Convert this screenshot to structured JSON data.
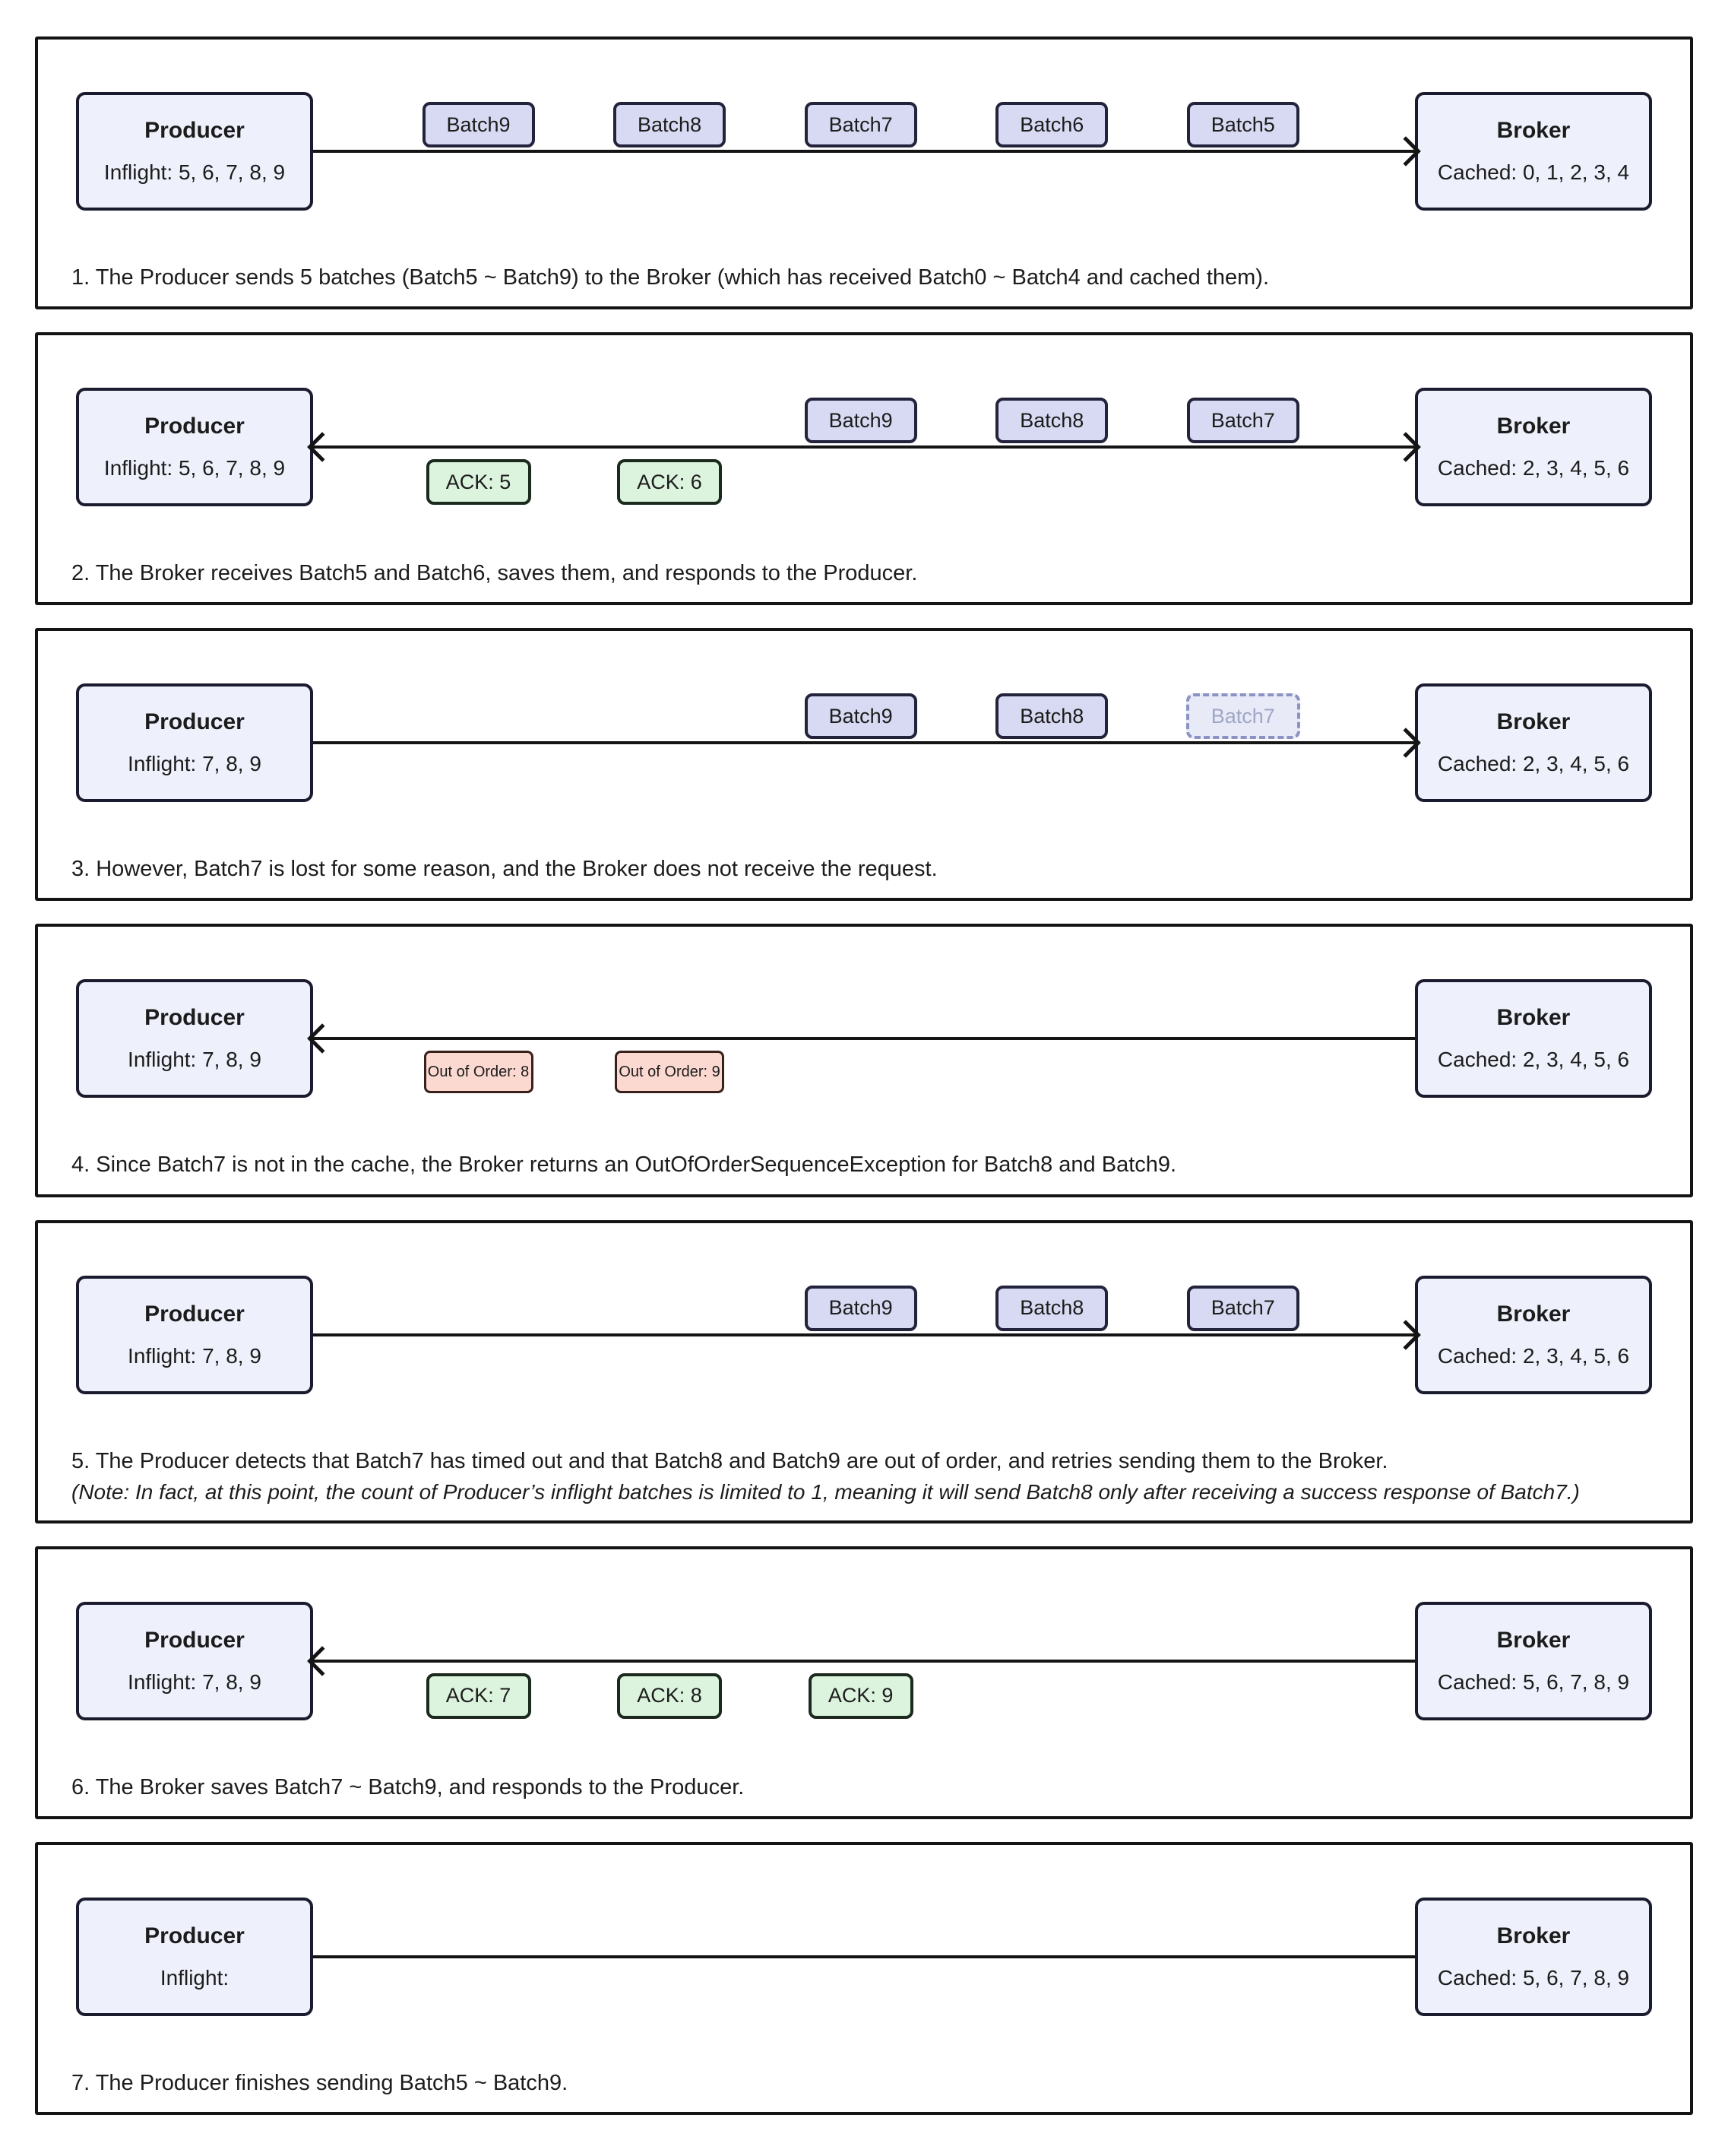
{
  "colors": {
    "node-fill": "#eef1fb",
    "node-border": "#1b1b2f",
    "batch-fill": "#d7daf2",
    "batch-border": "#23233c",
    "lost-batch-fill": "#e8eaf8",
    "lost-batch-border": "#8a93c2",
    "lost-batch-text": "#a0a7c6",
    "ack-fill": "#dcf3de",
    "ack-border": "#1c2a1e",
    "error-fill": "#fbd9d1",
    "error-border": "#38201b",
    "line": "#141414",
    "panel-border": "#141414",
    "text": "#1c1c1c"
  },
  "panels": [
    {
      "producer_title": "Producer",
      "producer_status": "Inflight: 5, 6, 7, 8, 9",
      "broker_title": "Broker",
      "broker_status": "Cached: 0, 1, 2, 3, 4",
      "arrow": "right",
      "items": [
        {
          "label": "Batch9",
          "kind": "batch",
          "row": "above",
          "slot": 0
        },
        {
          "label": "Batch8",
          "kind": "batch",
          "row": "above",
          "slot": 1
        },
        {
          "label": "Batch7",
          "kind": "batch",
          "row": "above",
          "slot": 2
        },
        {
          "label": "Batch6",
          "kind": "batch",
          "row": "above",
          "slot": 3
        },
        {
          "label": "Batch5",
          "kind": "batch",
          "row": "above",
          "slot": 4
        }
      ],
      "caption": "1. The Producer sends 5 batches (Batch5 ~ Batch9) to the Broker (which has received Batch0 ~ Batch4 and cached them)."
    },
    {
      "producer_title": "Producer",
      "producer_status": "Inflight: 5, 6, 7, 8, 9",
      "broker_title": "Broker",
      "broker_status": "Cached: 2, 3, 4, 5, 6",
      "arrow": "both",
      "items": [
        {
          "label": "Batch9",
          "kind": "batch",
          "row": "above",
          "slot": 2
        },
        {
          "label": "Batch8",
          "kind": "batch",
          "row": "above",
          "slot": 3
        },
        {
          "label": "Batch7",
          "kind": "batch",
          "row": "above",
          "slot": 4
        },
        {
          "label": "ACK: 5",
          "kind": "ack",
          "row": "below",
          "slot": 0
        },
        {
          "label": "ACK: 6",
          "kind": "ack",
          "row": "below",
          "slot": 1
        }
      ],
      "caption": "2. The Broker receives Batch5 and Batch6, saves them, and responds to the Producer."
    },
    {
      "producer_title": "Producer",
      "producer_status": "Inflight: 7, 8, 9",
      "broker_title": "Broker",
      "broker_status": "Cached: 2, 3, 4, 5, 6",
      "arrow": "right",
      "items": [
        {
          "label": "Batch9",
          "kind": "batch",
          "row": "above",
          "slot": 2
        },
        {
          "label": "Batch8",
          "kind": "batch",
          "row": "above",
          "slot": 3
        },
        {
          "label": "Batch7",
          "kind": "batch-lost",
          "row": "above",
          "slot": 4
        }
      ],
      "caption": "3. However, Batch7 is lost for some reason, and the Broker does not receive the request."
    },
    {
      "producer_title": "Producer",
      "producer_status": "Inflight: 7, 8, 9",
      "broker_title": "Broker",
      "broker_status": "Cached: 2, 3, 4, 5, 6",
      "arrow": "left",
      "items": [
        {
          "label": "Out of Order: 8",
          "kind": "error",
          "row": "below",
          "slot": 0
        },
        {
          "label": "Out of Order: 9",
          "kind": "error",
          "row": "below",
          "slot": 1
        }
      ],
      "caption": "4. Since Batch7 is not in the cache, the Broker returns an OutOfOrderSequenceException for Batch8 and Batch9."
    },
    {
      "producer_title": "Producer",
      "producer_status": "Inflight: 7, 8, 9",
      "broker_title": "Broker",
      "broker_status": "Cached: 2, 3, 4, 5, 6",
      "arrow": "right",
      "items": [
        {
          "label": "Batch9",
          "kind": "batch",
          "row": "above",
          "slot": 2
        },
        {
          "label": "Batch8",
          "kind": "batch",
          "row": "above",
          "slot": 3
        },
        {
          "label": "Batch7",
          "kind": "batch",
          "row": "above",
          "slot": 4
        }
      ],
      "caption": "5. The Producer detects that Batch7 has timed out and that Batch8 and Batch9 are out of order, and retries sending them to the Broker.",
      "note": "(Note: In fact, at this point, the count of Producer’s inflight batches is limited to 1, meaning it will send Batch8 only after receiving a success response of Batch7.)"
    },
    {
      "producer_title": "Producer",
      "producer_status": "Inflight: 7, 8, 9",
      "broker_title": "Broker",
      "broker_status": "Cached: 5, 6, 7, 8, 9",
      "arrow": "left",
      "items": [
        {
          "label": "ACK: 7",
          "kind": "ack",
          "row": "below",
          "slot": 0
        },
        {
          "label": "ACK: 8",
          "kind": "ack",
          "row": "below",
          "slot": 1
        },
        {
          "label": "ACK: 9",
          "kind": "ack",
          "row": "below",
          "slot": 2
        }
      ],
      "caption": "6. The Broker saves Batch7 ~ Batch9, and responds to the Producer."
    },
    {
      "producer_title": "Producer",
      "producer_status": "Inflight:",
      "broker_title": "Broker",
      "broker_status": "Cached: 5, 6, 7, 8, 9",
      "arrow": "none",
      "items": [],
      "caption": "7. The Producer finishes sending Batch5 ~ Batch9."
    }
  ]
}
